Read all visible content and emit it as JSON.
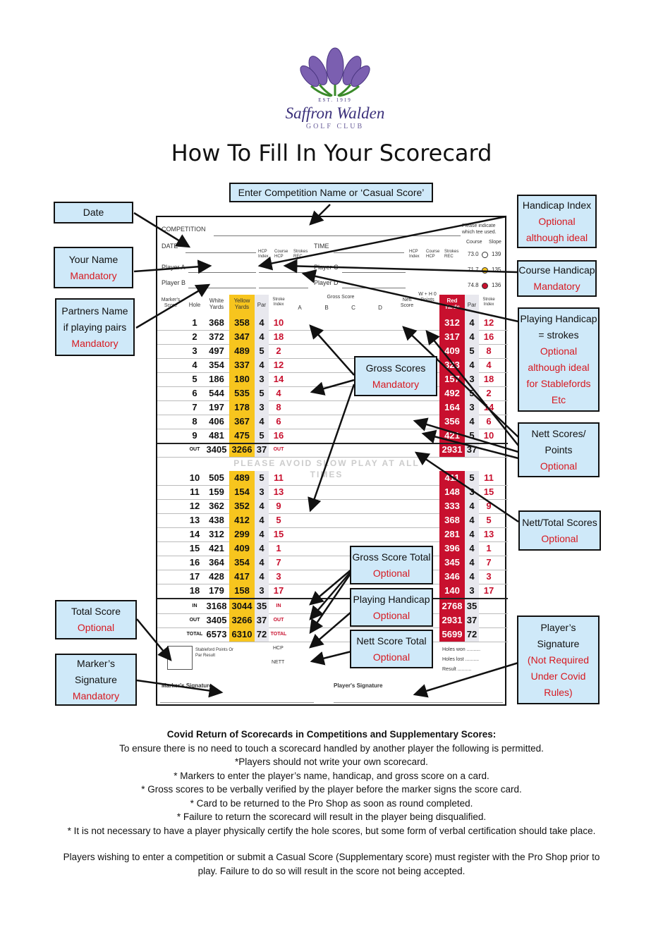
{
  "club": {
    "est": "EST. 1919",
    "name": "Saffron Walden",
    "sub": "GOLF CLUB"
  },
  "title": "How To Fill In Your Scorecard",
  "labels": {
    "competition": "Enter Competition Name or ‘Casual Score’",
    "date": "Date",
    "your_name": {
      "t": "Your Name",
      "r": "Mandatory"
    },
    "partners": {
      "t1": "Partners Name",
      "t2": "if playing pairs",
      "r": "Mandatory"
    },
    "hcp_index": {
      "t": "Handicap Index",
      "r1": "Optional",
      "r2": "although ideal"
    },
    "course_hcp": {
      "t": "Course Handicap",
      "r": "Mandatory"
    },
    "playing_hcp": {
      "t1": "Playing Handicap",
      "t2": "= strokes",
      "r1": "Optional",
      "r2": "although ideal",
      "r3": "for Stablefords",
      "r4": "Etc"
    },
    "gross": {
      "t": "Gross Scores",
      "r": "Mandatory"
    },
    "nett": {
      "t1": "Nett Scores/",
      "t2": "Points",
      "r": "Optional"
    },
    "nett_total": {
      "t": "Nett/Total Scores",
      "r": "Optional"
    },
    "gross_total": {
      "t": "Gross Score Total",
      "r": "Optional"
    },
    "playing_hcp2": {
      "t": "Playing Handicap",
      "r": "Optional"
    },
    "nett_score_total": {
      "t": "Nett Score Total",
      "r": "Optional"
    },
    "total_score": {
      "t": "Total Score",
      "r": "Optional"
    },
    "marker_sig": {
      "t1": "Marker’s",
      "t2": "Signature",
      "r": "Mandatory"
    },
    "player_sig": {
      "t1": "Player’s",
      "t2": "Signature",
      "r1": "(Not Required",
      "r2": "Under Covid",
      "r3": "Rules)"
    }
  },
  "card": {
    "competition": "COMPETITION",
    "date": "DATE",
    "time": "TIME",
    "player_a": "Player A",
    "player_b": "Player B",
    "player_c": "Player C",
    "player_d": "Player D",
    "hcp_index": "HCP Index",
    "course_hcp": "Course HCP",
    "strokes_rec": "Strokes REC",
    "tee_note": "Please indicate which tee used.",
    "course": "Course",
    "slope": "Slope",
    "tees": [
      {
        "course": "73.0",
        "slope": "139"
      },
      {
        "course": "71.7",
        "slope": "135"
      },
      {
        "course": "74.8",
        "slope": "136"
      }
    ],
    "headers": {
      "marker": "Marker's Score",
      "hole": "Hole",
      "white": "White Yards",
      "yellow": "Yellow Yards",
      "par": "Par",
      "si": "Stroke Index",
      "gross": "Gross Score",
      "a": "A",
      "b": "B",
      "c": "C",
      "d": "D",
      "nett": "Nett Score",
      "whp": "W + H 0 Points",
      "red": "Red Yards",
      "par2": "Par",
      "si2": "Stroke Index"
    },
    "front": [
      [
        "1",
        "368",
        "358",
        "4",
        "10",
        "312",
        "4",
        "12"
      ],
      [
        "2",
        "372",
        "347",
        "4",
        "18",
        "317",
        "4",
        "16"
      ],
      [
        "3",
        "497",
        "489",
        "5",
        "2",
        "409",
        "5",
        "8"
      ],
      [
        "4",
        "354",
        "337",
        "4",
        "12",
        "323",
        "4",
        "4"
      ],
      [
        "5",
        "186",
        "180",
        "3",
        "14",
        "157",
        "3",
        "18"
      ],
      [
        "6",
        "544",
        "535",
        "5",
        "4",
        "492",
        "5",
        "2"
      ],
      [
        "7",
        "197",
        "178",
        "3",
        "8",
        "164",
        "3",
        "14"
      ],
      [
        "8",
        "406",
        "367",
        "4",
        "6",
        "356",
        "4",
        "6"
      ],
      [
        "9",
        "481",
        "475",
        "5",
        "16",
        "421",
        "5",
        "10"
      ]
    ],
    "out1": [
      "OUT",
      "3405",
      "3266",
      "37",
      "OUT",
      "2931",
      "37",
      ""
    ],
    "slow": "PLEASE AVOID SLOW PLAY AT ALL TIMES",
    "back": [
      [
        "10",
        "505",
        "489",
        "5",
        "11",
        "411",
        "5",
        "11"
      ],
      [
        "11",
        "159",
        "154",
        "3",
        "13",
        "148",
        "3",
        "15"
      ],
      [
        "12",
        "362",
        "352",
        "4",
        "9",
        "333",
        "4",
        "9"
      ],
      [
        "13",
        "438",
        "412",
        "4",
        "5",
        "368",
        "4",
        "5"
      ],
      [
        "14",
        "312",
        "299",
        "4",
        "15",
        "281",
        "4",
        "13"
      ],
      [
        "15",
        "421",
        "409",
        "4",
        "1",
        "396",
        "4",
        "1"
      ],
      [
        "16",
        "364",
        "354",
        "4",
        "7",
        "345",
        "4",
        "7"
      ],
      [
        "17",
        "428",
        "417",
        "4",
        "3",
        "346",
        "4",
        "3"
      ],
      [
        "18",
        "179",
        "158",
        "3",
        "17",
        "140",
        "3",
        "17"
      ]
    ],
    "totals": [
      [
        "IN",
        "3168",
        "3044",
        "35",
        "IN",
        "2768",
        "35",
        ""
      ],
      [
        "OUT",
        "3405",
        "3266",
        "37",
        "OUT",
        "2931",
        "37",
        ""
      ],
      [
        "TOTAL",
        "6573",
        "6310",
        "72",
        "TOTAL",
        "5699",
        "72",
        ""
      ]
    ],
    "stableford": "Stableford Points Or Par Result",
    "hcp": "HCP",
    "nett_lbl": "NETT",
    "holes_won": "Holes won ..........",
    "holes_lost": "Holes lost ..........",
    "result": "Result ..........",
    "marker_sig": "Marker's Signature",
    "player_sig": "Player's Signature"
  },
  "footer": {
    "heading": "Covid Return of Scorecards in Competitions and Supplementary Scores:",
    "l1": "To ensure there is no need to touch a scorecard handled by another player the following is permitted.",
    "l2": "*Players should not write your own scorecard.",
    "l3": "* Markers to enter the player’s name, handicap, and gross score on a card.",
    "l4": "* Gross scores to be verbally verified by the player before the marker signs the score card.",
    "l5": "* Card to be returned to the Pro Shop as soon as round completed.",
    "l6": "* Failure to return the scorecard will result in the player being disqualified.",
    "l7": "* It is not necessary to have a player physically certify the hole scores, but some form of verbal certification should take place.",
    "p2a": "Players wishing to enter a competition or submit a Casual Score (Supplementary score) must register with the Pro Shop prior to",
    "p2b": "play. Failure to do so will result in the score not being accepted."
  },
  "colors": {
    "label_bg": "#cfe9f9",
    "mandatory_red": "#d71920",
    "yellow_tee": "#f7c51e",
    "red_tee": "#c8102e",
    "logo_purple": "#7b5fb0"
  }
}
